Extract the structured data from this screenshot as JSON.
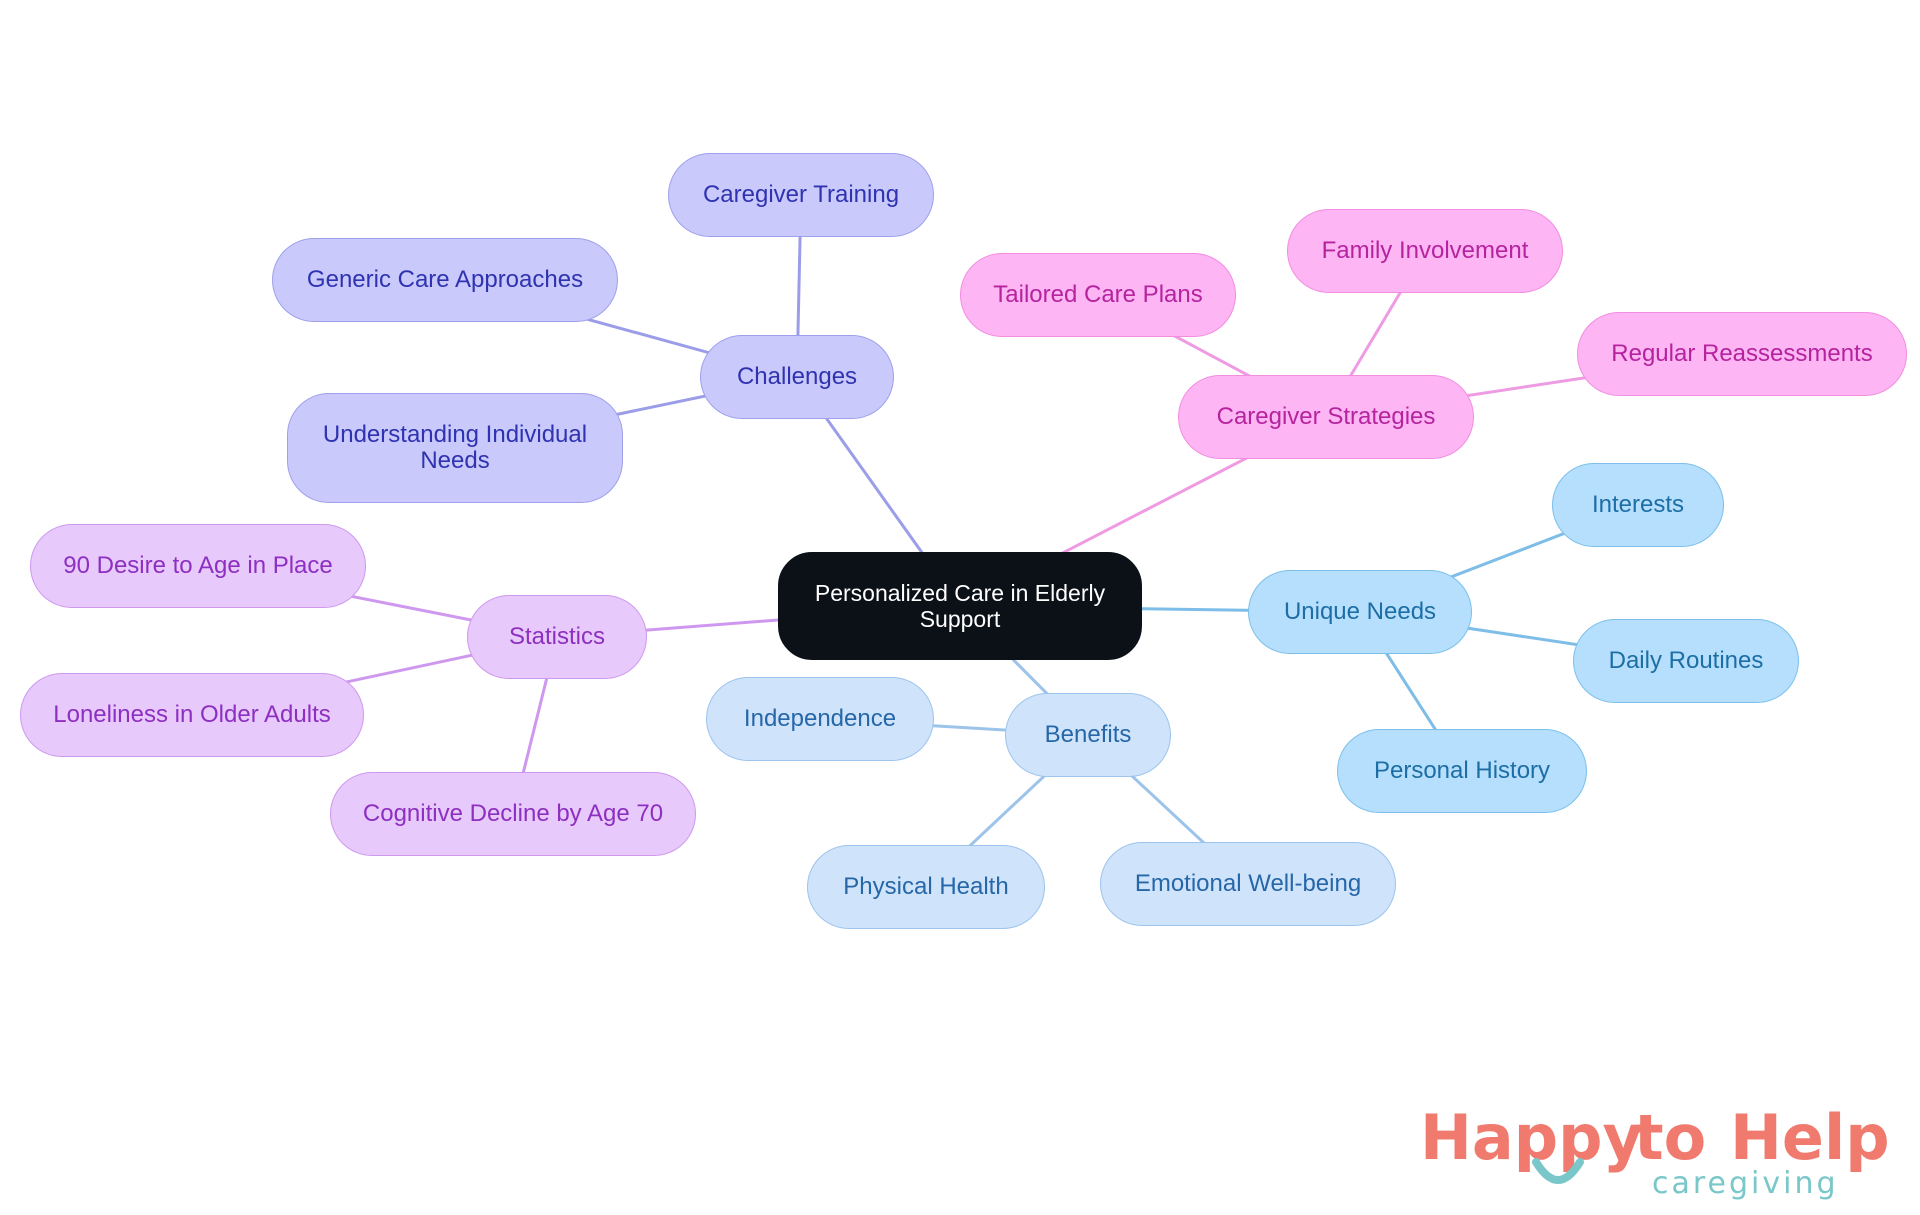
{
  "center": {
    "lines": [
      "Personalized Care in Elderly",
      "Support"
    ]
  },
  "branches": [
    {
      "id": "challenges",
      "label": [
        "Challenges"
      ],
      "colors": {
        "fill": "#c9c9fb",
        "stroke": "#9fa0ec",
        "text": "#2f33b0",
        "edge": "#9b9de8"
      },
      "children": [
        {
          "id": "caregiver-training",
          "label": [
            "Caregiver Training"
          ]
        },
        {
          "id": "generic-care-approaches",
          "label": [
            "Generic Care Approaches"
          ]
        },
        {
          "id": "understanding-individual-needs",
          "label": [
            "Understanding Individual",
            "Needs"
          ]
        }
      ]
    },
    {
      "id": "caregiver-strategies",
      "label": [
        "Caregiver Strategies"
      ],
      "colors": {
        "fill": "#fdb5f3",
        "stroke": "#f28de2",
        "text": "#b5239f",
        "edge": "#ef9be3"
      },
      "children": [
        {
          "id": "tailored-care-plans",
          "label": [
            "Tailored Care Plans"
          ]
        },
        {
          "id": "family-involvement",
          "label": [
            "Family Involvement"
          ]
        },
        {
          "id": "regular-reassessments",
          "label": [
            "Regular Reassessments"
          ]
        }
      ]
    },
    {
      "id": "unique-needs",
      "label": [
        "Unique Needs"
      ],
      "colors": {
        "fill": "#b5dffc",
        "stroke": "#7cc0ea",
        "text": "#1d6ea5",
        "edge": "#7dbde8"
      },
      "children": [
        {
          "id": "interests",
          "label": [
            "Interests"
          ]
        },
        {
          "id": "daily-routines",
          "label": [
            "Daily Routines"
          ]
        },
        {
          "id": "personal-history",
          "label": [
            "Personal History"
          ]
        }
      ]
    },
    {
      "id": "benefits",
      "label": [
        "Benefits"
      ],
      "colors": {
        "fill": "#cfe3fb",
        "stroke": "#9cc4ed",
        "text": "#2667a8",
        "edge": "#9cc4ea"
      },
      "children": [
        {
          "id": "independence",
          "label": [
            "Independence"
          ]
        },
        {
          "id": "physical-health",
          "label": [
            "Physical Health"
          ]
        },
        {
          "id": "emotional-well-being",
          "label": [
            "Emotional Well-being"
          ]
        }
      ]
    },
    {
      "id": "statistics",
      "label": [
        "Statistics"
      ],
      "colors": {
        "fill": "#e7c9fb",
        "stroke": "#cf98ef",
        "text": "#8d2fc0",
        "edge": "#cf98ef"
      },
      "children": [
        {
          "id": "desire-to-age-in-place",
          "label": [
            "90 Desire to Age in Place"
          ]
        },
        {
          "id": "loneliness-in-older-adults",
          "label": [
            "Loneliness in Older Adults"
          ]
        },
        {
          "id": "cognitive-decline-by-age-70",
          "label": [
            "Cognitive Decline by Age 70"
          ]
        }
      ]
    }
  ],
  "center_colors": {
    "fill": "#0c1118",
    "stroke": "#0c1118",
    "text": "#ffffff"
  },
  "logo": {
    "words": [
      "Happy",
      "to",
      "Help"
    ],
    "subtitle": "caregiving",
    "colors": {
      "main": "#f07a6e",
      "accent": "#79c7c9"
    }
  }
}
